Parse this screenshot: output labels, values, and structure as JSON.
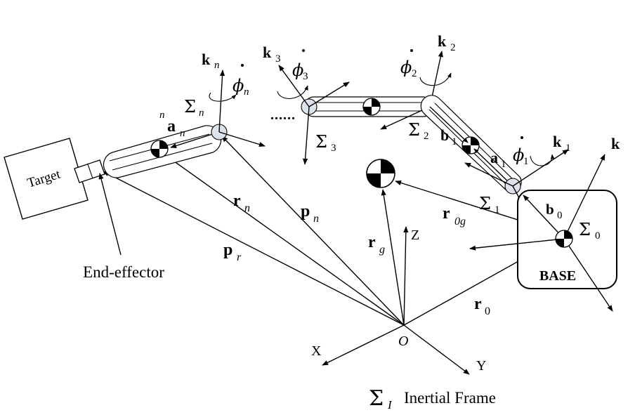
{
  "labels": {
    "target": "Target",
    "end_effector": "End-effector",
    "base": "BASE",
    "inertial_frame": "Inertial Frame",
    "origin": "O",
    "axis_x": "X",
    "axis_y": "Y",
    "axis_z": "Z",
    "k": "k",
    "k_n": "k",
    "k_n_sub": "n",
    "k_3": "k",
    "k_3_sub": "3",
    "k_2": "k",
    "k_2_sub": "2",
    "k_1": "k",
    "k_1_sub": "1",
    "phi_n": "ϕ",
    "phi_n_sub": "n",
    "phi_3": "ϕ",
    "phi_3_sub": "3",
    "phi_2": "ϕ",
    "phi_2_sub": "2",
    "phi_1": "ϕ",
    "phi_1_sub": "1",
    "sigma": "Σ",
    "sigma_n_sub": "n",
    "sigma_3_sub": "3",
    "sigma_2_sub": "2",
    "sigma_1_sub": "1",
    "sigma_0_sub": "0",
    "sigma_I_sub": "I",
    "a_n_pre": "n",
    "a_n": "a",
    "a_n_sub": "n",
    "a_1": "a",
    "a_1_sub": "1",
    "b_1": "b",
    "b_1_sub": "1",
    "b_0": "b",
    "b_0_sub": "0",
    "r_n": "r",
    "r_n_sub": "n",
    "p_n": "p",
    "p_n_sub": "n",
    "p_r": "p",
    "p_r_sub": "r",
    "r_g": "r",
    "r_g_sub": "g",
    "r_0g": "r",
    "r_0g_sub": "0g",
    "r_0": "r",
    "r_0_sub": "0",
    "dots": "......"
  }
}
